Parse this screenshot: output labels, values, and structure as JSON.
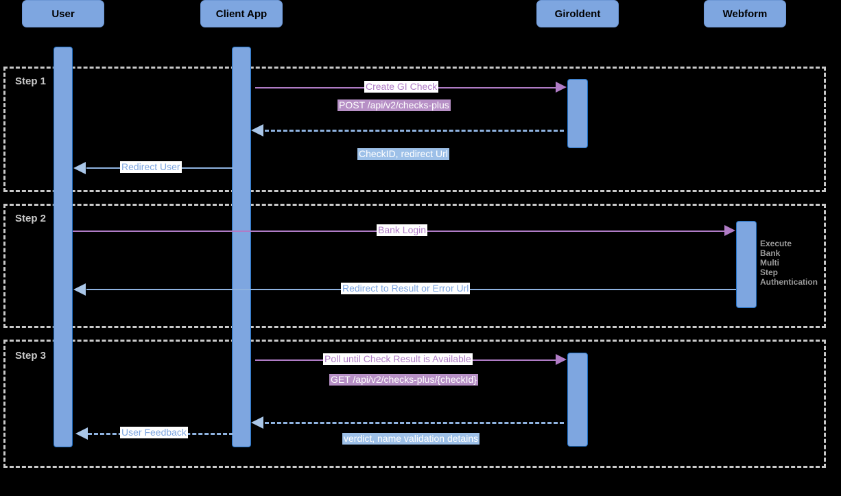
{
  "diagram": {
    "type": "sequence-diagram",
    "title": "Giroldent GI Check sequence",
    "colors": {
      "background": "#000000",
      "participant_fill": "#7EA6E0",
      "participant_border": "#6C96D4",
      "lifeline_fill": "#7EA6E0",
      "lifeline_border": "#1F6FC4",
      "frame_dash": "#C9C9C9",
      "arrow_purple": "#B07CC6",
      "arrow_blue": "#8FB3E0",
      "label_purple_text": "#B07CC6",
      "label_blue_text": "#7EA6E0",
      "label_purple_fill": "#B790C6",
      "label_blue_fill": "#9DC0E8",
      "note_text": "#9A9A9A"
    }
  },
  "participants": [
    {
      "name": "user",
      "label": "User"
    },
    {
      "name": "client-app",
      "label": "Client App"
    },
    {
      "name": "giroldent",
      "label": "Giroldent"
    },
    {
      "name": "webform",
      "label": "Webform"
    }
  ],
  "steps": [
    {
      "name": "step-1",
      "label": "Step 1"
    },
    {
      "name": "step-2",
      "label": "Step 2"
    },
    {
      "name": "step-3",
      "label": "Step 3"
    }
  ],
  "messages": [
    {
      "name": "create-gi-check",
      "label": "Create GI Check",
      "from": "client-app",
      "to": "giroldent",
      "style": "solid",
      "color": "purple",
      "step": "step-1"
    },
    {
      "name": "post-checks-plus",
      "label": "POST /api/v2/checks-plus",
      "from": "client-app",
      "to": "giroldent",
      "style": "payload",
      "color": "purple",
      "step": "step-1"
    },
    {
      "name": "checkid-redirect-url",
      "label": "CheckID, redirect Url",
      "from": "giroldent",
      "to": "client-app",
      "style": "dashed",
      "color": "blue",
      "step": "step-1"
    },
    {
      "name": "redirect-user",
      "label": "Redirect User",
      "from": "client-app",
      "to": "user",
      "style": "solid",
      "color": "blue",
      "step": "step-1"
    },
    {
      "name": "bank-login",
      "label": "Bank Login",
      "from": "user",
      "to": "webform",
      "style": "solid",
      "color": "purple",
      "step": "step-2"
    },
    {
      "name": "redirect-to-result-or-error-url",
      "label": "Redirect to Result  or Error Url",
      "from": "webform",
      "to": "user",
      "style": "solid",
      "color": "blue",
      "step": "step-2"
    },
    {
      "name": "poll-until-check-result",
      "label": "Poll until Check Result is Available",
      "from": "client-app",
      "to": "giroldent",
      "style": "solid",
      "color": "purple",
      "step": "step-3"
    },
    {
      "name": "get-checks-plus-checkid",
      "label": "GET /api/v2/checks-plus/{checkId}",
      "from": "client-app",
      "to": "giroldent",
      "style": "payload",
      "color": "purple",
      "step": "step-3"
    },
    {
      "name": "verdict-name-validation",
      "label": "verdict, name validation detains",
      "from": "giroldent",
      "to": "client-app",
      "style": "dashed",
      "color": "blue",
      "step": "step-3"
    },
    {
      "name": "user-feedback",
      "label": "User Feedback",
      "from": "client-app",
      "to": "user",
      "style": "dashed",
      "color": "blue",
      "step": "step-3"
    }
  ],
  "notes": [
    {
      "name": "webform-activity-note",
      "label": "Execute\nBank\nMulti\nStep\nAuthentication",
      "attached_to": "webform",
      "step": "step-2"
    }
  ]
}
